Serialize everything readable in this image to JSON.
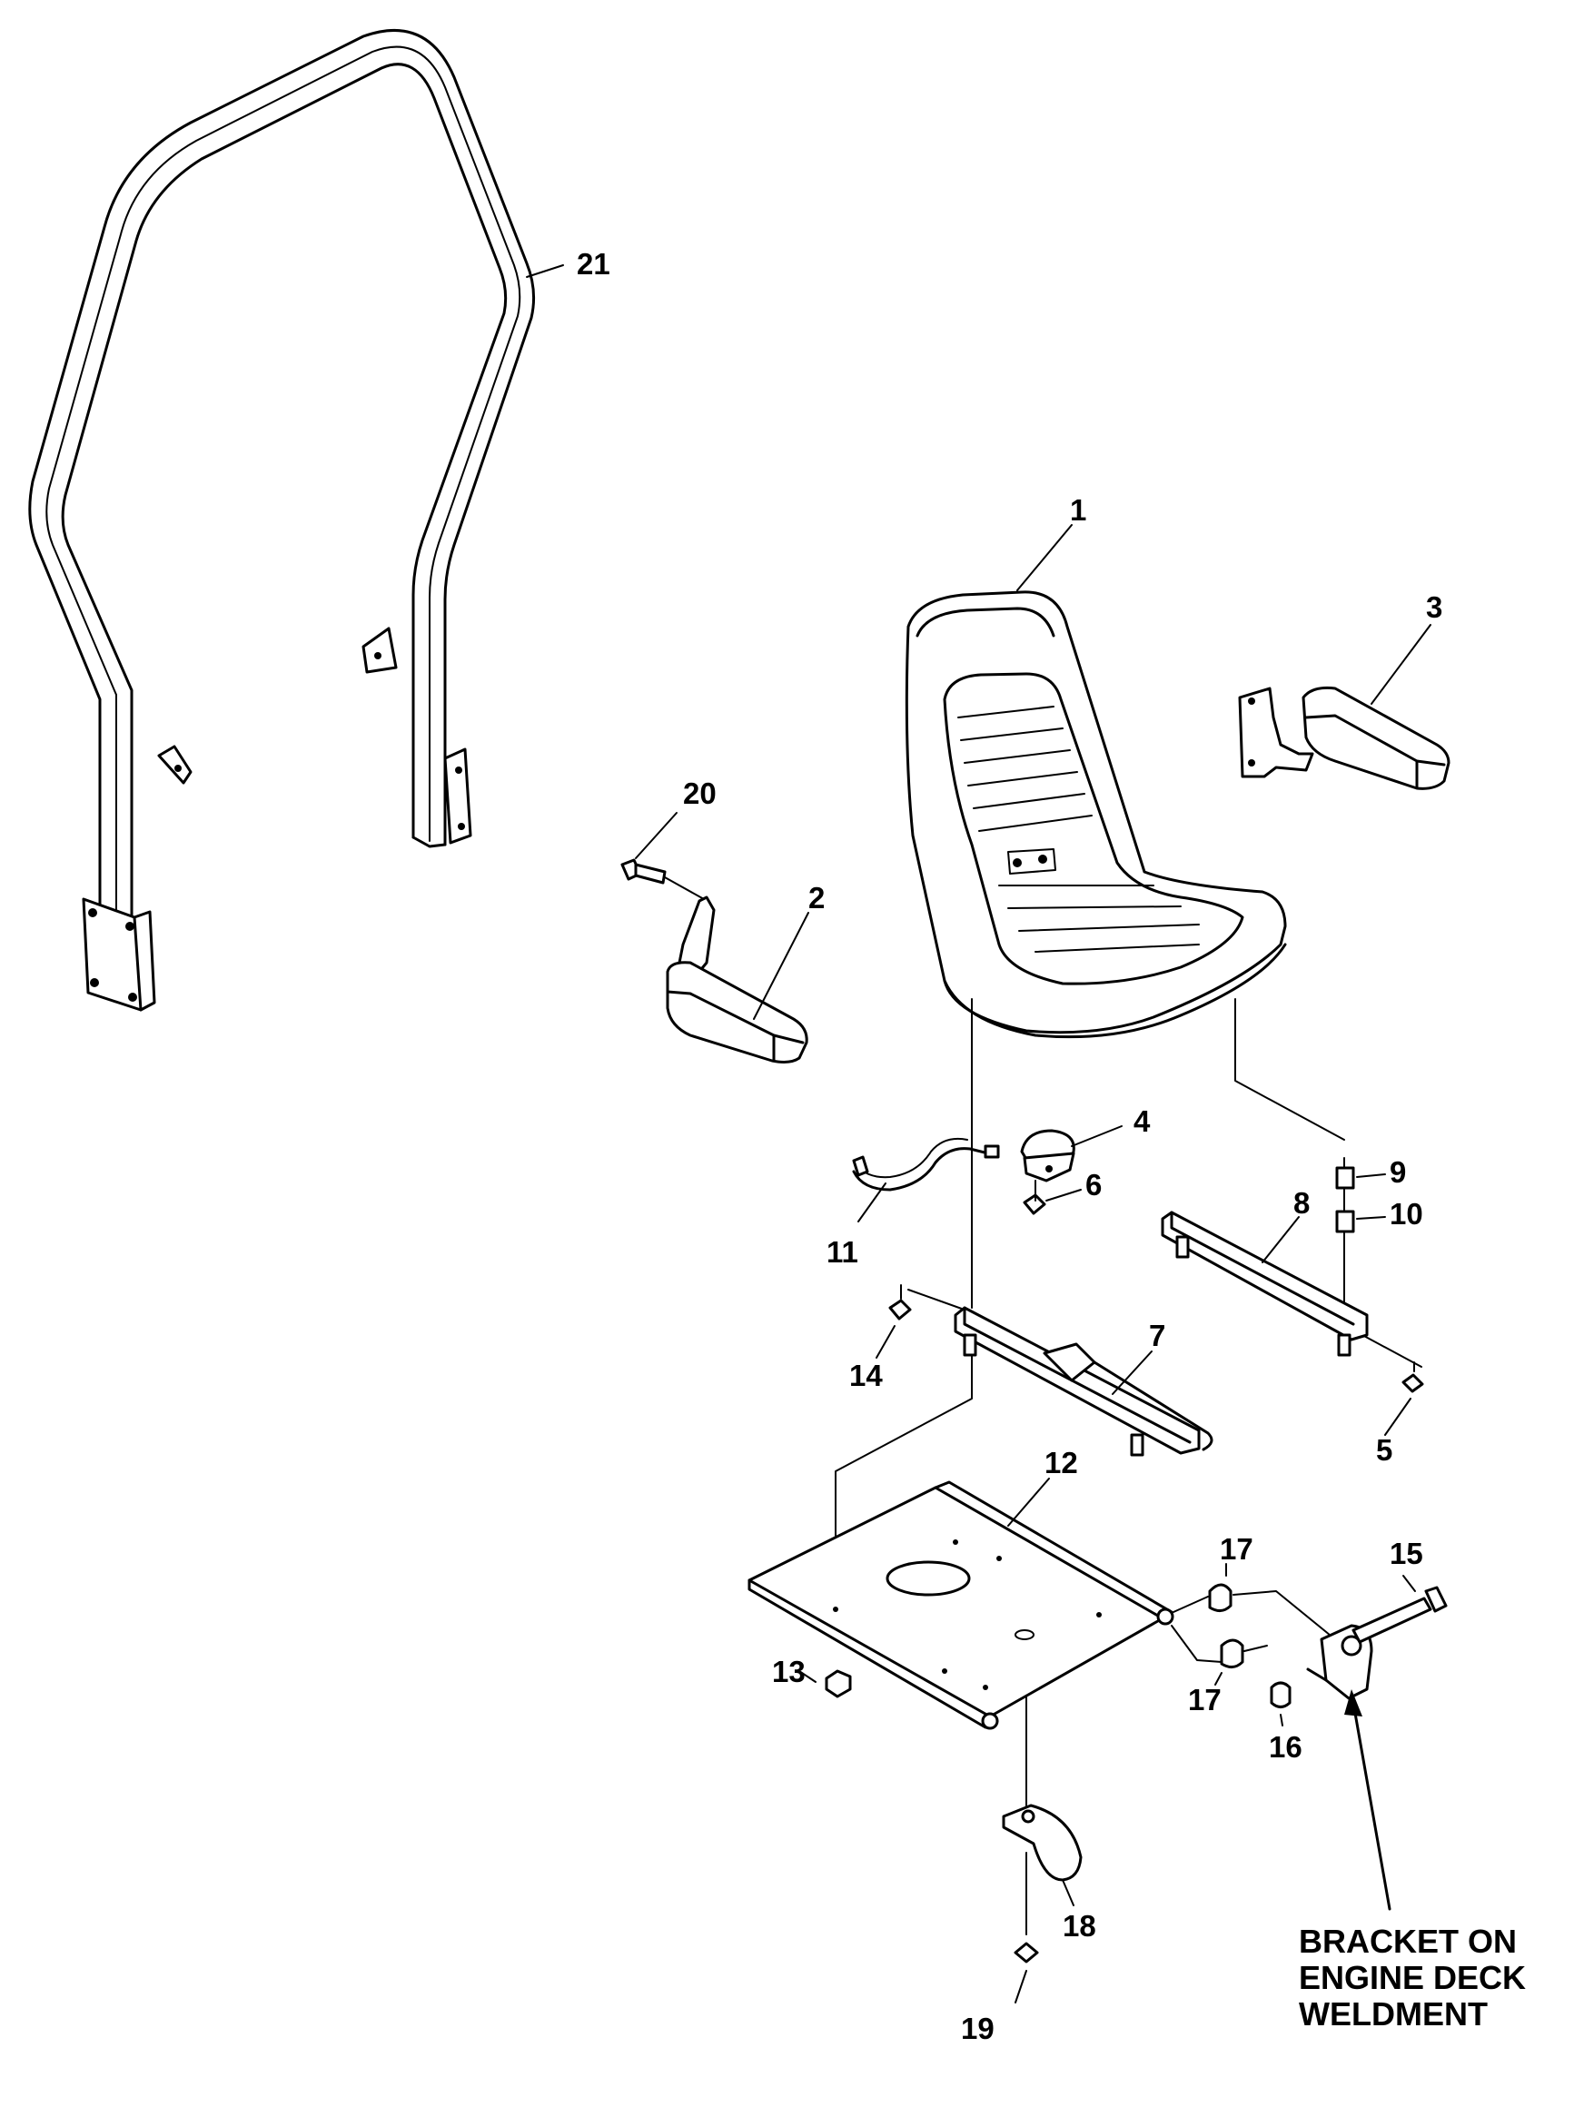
{
  "callouts": {
    "c1": "1",
    "c2": "2",
    "c3": "3",
    "c4": "4",
    "c5": "5",
    "c6": "6",
    "c7": "7",
    "c8": "8",
    "c9": "9",
    "c10": "10",
    "c11": "11",
    "c12": "12",
    "c13": "13",
    "c14": "14",
    "c15": "15",
    "c16": "16",
    "c17a": "17",
    "c17b": "17",
    "c18": "18",
    "c19": "19",
    "c20": "20",
    "c21": "21"
  },
  "note": {
    "line1": "BRACKET ON",
    "line2": "ENGINE DECK",
    "line3": "WELDMENT"
  }
}
